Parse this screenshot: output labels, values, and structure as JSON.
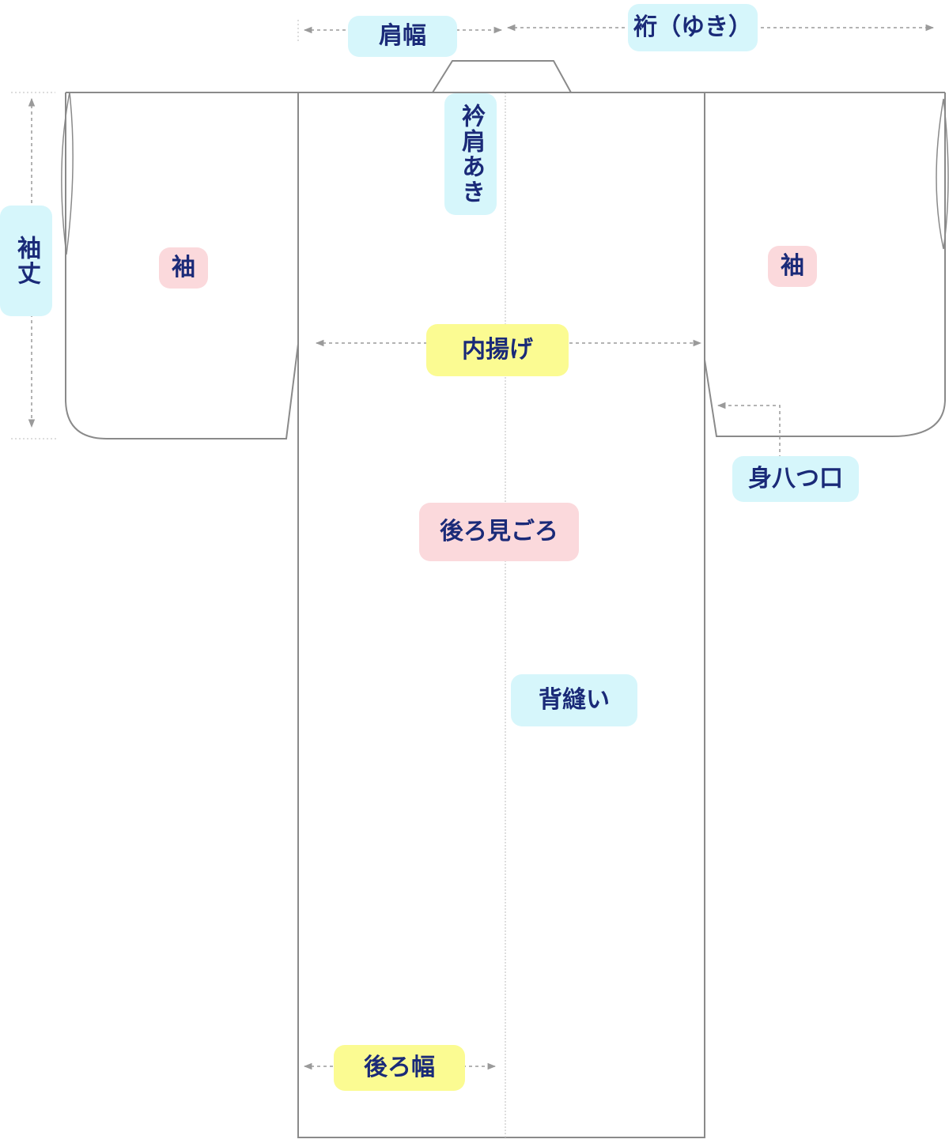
{
  "labels": {
    "katahaba": "肩幅",
    "yuki": "裄（ゆき）",
    "eri_kataaki": "衿肩あき",
    "sodetake": "袖丈",
    "sode_left": "袖",
    "sode_right": "袖",
    "uchiage": "内揚げ",
    "miyatsukuchi": "身八つ口",
    "ushiromigoro": "後ろ見ごろ",
    "senui": "背縫い",
    "ushirohaba": "後ろ幅"
  },
  "colors": {
    "outline": "#8a8a8a",
    "dimension": "#9a9a9a",
    "label_text": "#1a2a78",
    "label_blue": "#d6f6fb",
    "label_pink": "#fbd9dc",
    "label_yellow": "#fbfb92"
  }
}
